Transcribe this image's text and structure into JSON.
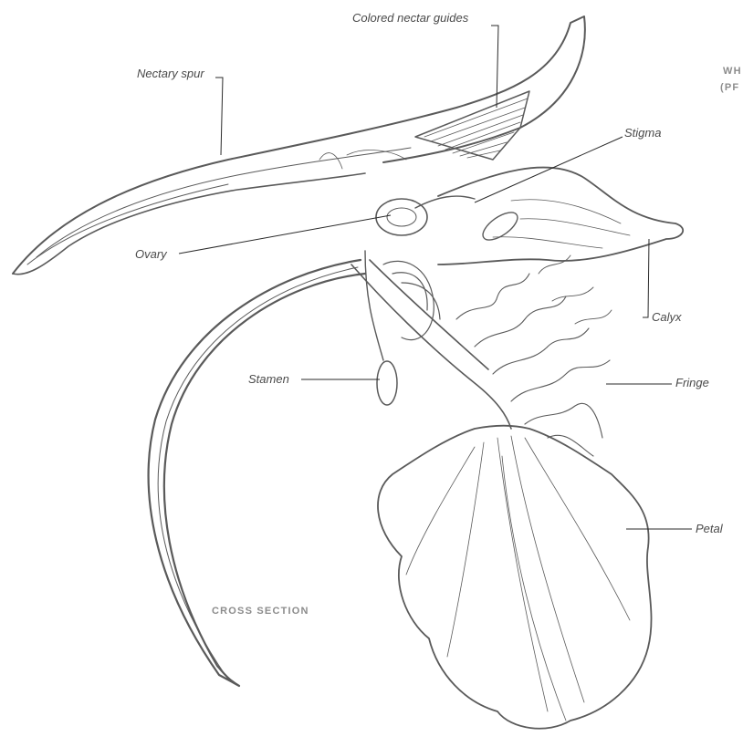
{
  "labels": {
    "colored_nectar_guides": "Colored nectar guides",
    "nectary_spur": "Nectary spur",
    "stigma": "Stigma",
    "ovary": "Ovary",
    "calyx": "Calyx",
    "stamen": "Stamen",
    "fringe": "Fringe",
    "petal": "Petal"
  },
  "captions": {
    "cross_section": "CROSS SECTION",
    "cut_line_1": "WH",
    "cut_line_2": "(PF"
  },
  "colors": {
    "ink": "#5a5a5a",
    "label_text": "#4a4a4a",
    "caption_text": "#8c8c8c"
  }
}
